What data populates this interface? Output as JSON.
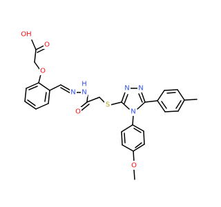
{
  "colors": {
    "bond": "#000000",
    "oxygen": "#ff0d0d",
    "nitrogen": "#3050f8",
    "sulfur": "#b2a61a",
    "background": "#ffffff"
  },
  "atoms": [
    {
      "id": "o_hydroxyl",
      "label": "OH",
      "element": "O"
    },
    {
      "id": "o_carbonyl_acid",
      "label": "O",
      "element": "O"
    },
    {
      "id": "o_ether_aryl",
      "label": "O",
      "element": "O"
    },
    {
      "id": "n_imine",
      "label": "N",
      "element": "N"
    },
    {
      "id": "n_hydrazide",
      "label": "N",
      "element": "N"
    },
    {
      "id": "h_hydrazide",
      "label": "H",
      "element": "N"
    },
    {
      "id": "o_amide",
      "label": "O",
      "element": "O"
    },
    {
      "id": "s_thioether",
      "label": "S",
      "element": "S"
    },
    {
      "id": "n_triazole_1",
      "label": "N",
      "element": "N"
    },
    {
      "id": "n_triazole_2",
      "label": "N",
      "element": "N"
    },
    {
      "id": "n_triazole_4",
      "label": "N",
      "element": "N"
    },
    {
      "id": "o_methoxy",
      "label": "O",
      "element": "O"
    }
  ]
}
